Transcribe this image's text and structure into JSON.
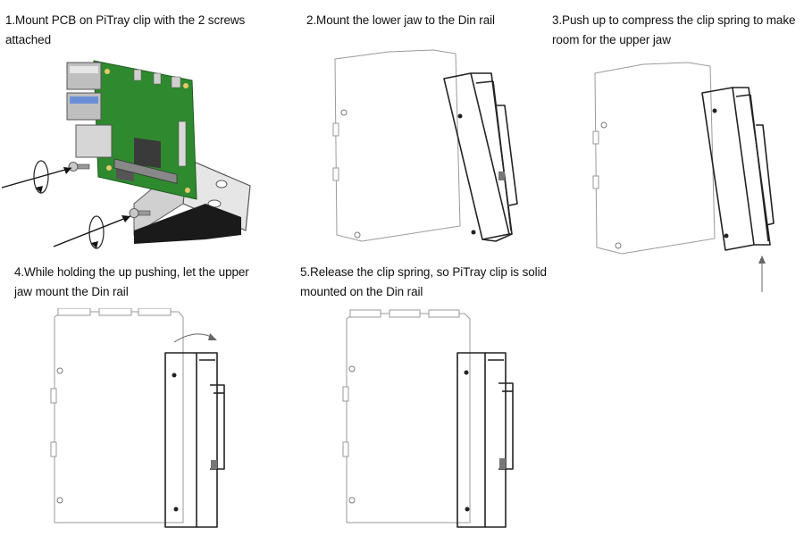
{
  "steps": [
    {
      "label": "1.Mount PCB on PiTray clip with the 2 screws\nattached"
    },
    {
      "label": "2.Mount the lower jaw to the Din rail"
    },
    {
      "label": "3.Push up to compress the clip spring to make\nroom for the upper jaw"
    },
    {
      "label": "4.While holding the up pushing, let the upper\njaw mount the Din rail"
    },
    {
      "label": "5.Release the clip spring, so PiTray clip is solid\nmounted on the Din rail"
    }
  ],
  "colors": {
    "pcb_green": "#2f8a2f",
    "clip_dark": "#1a1a1a",
    "outline": "#222222",
    "plate_outline": "#9a9a9a"
  },
  "icons": [
    "rotation-arrow-icon",
    "screw-icon",
    "curved-arrow-icon",
    "up-arrow-icon"
  ]
}
